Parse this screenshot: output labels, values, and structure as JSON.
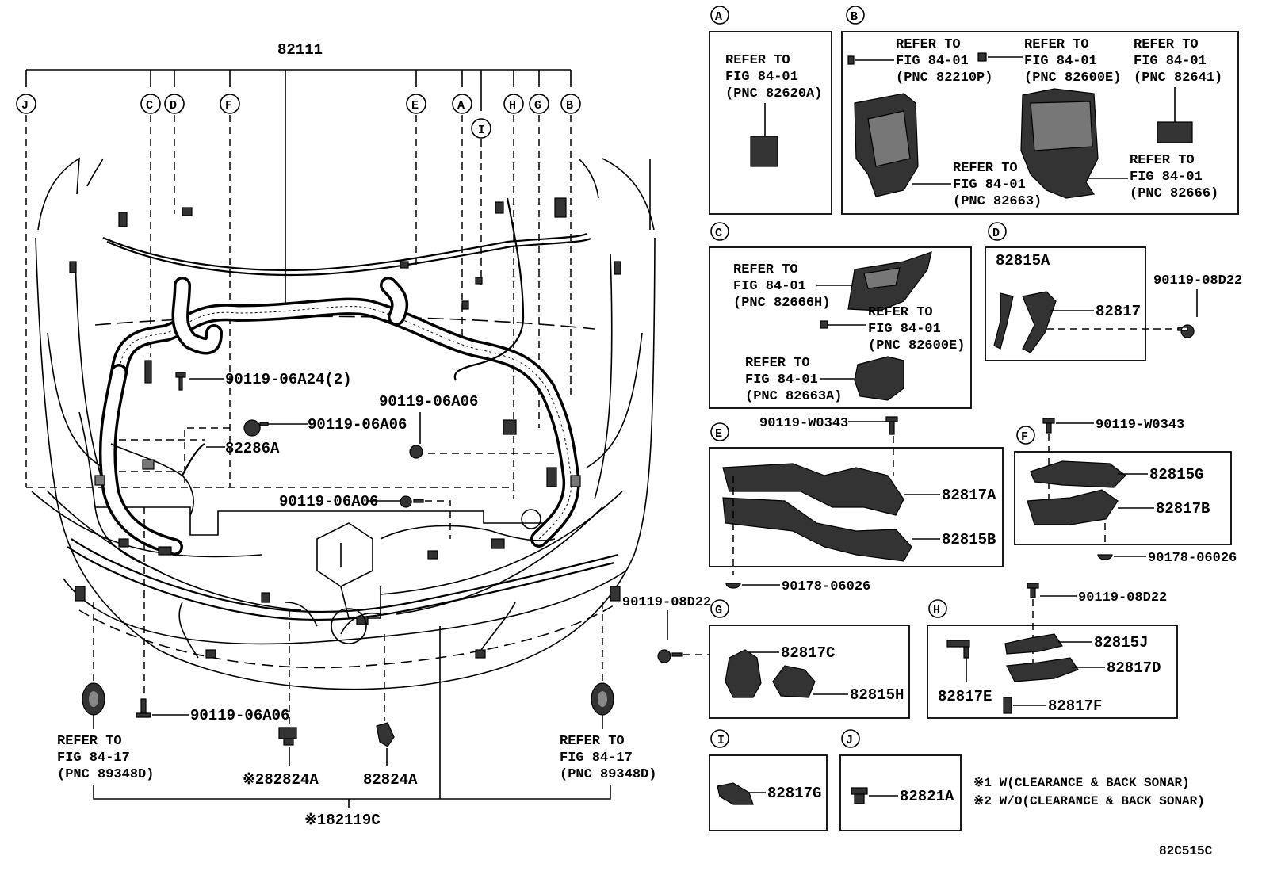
{
  "main": {
    "harness_pn": "82111",
    "callouts": [
      "J",
      "C",
      "D",
      "F",
      "E",
      "A",
      "I",
      "H",
      "G",
      "B"
    ],
    "bolt_1": "90119-06A24(2)",
    "bolt_2": "90119-06A06",
    "bolt_3": "90119-06A06",
    "bolt_4": "90119-06A06",
    "bolt_5": "90119-06A06",
    "part_82286A": "82286A",
    "ref_left": [
      "REFER TO",
      "FIG 84-17",
      "(PNC 89348D)"
    ],
    "ref_right": [
      "REFER TO",
      "FIG 84-17",
      "(PNC 89348D)"
    ],
    "part_82824A_note": "※282824A",
    "part_82824A": "82824A",
    "part_82119C": "※182119C",
    "bolt_G": "90119-08D22"
  },
  "panels": {
    "A": {
      "label": "A",
      "ref": [
        "REFER TO",
        "FIG 84-01",
        "(PNC 82620A)"
      ]
    },
    "B": {
      "label": "B",
      "ref1": [
        "REFER TO",
        "FIG 84-01",
        "(PNC 82210P)"
      ],
      "ref2": [
        "REFER TO",
        "FIG 84-01",
        "(PNC 82600E)"
      ],
      "ref3": [
        "REFER TO",
        "FIG 84-01",
        "(PNC 82641)"
      ],
      "ref4": [
        "REFER TO",
        "FIG 84-01",
        "(PNC 82663)"
      ],
      "ref5": [
        "REFER TO",
        "FIG 84-01",
        "(PNC 82666)"
      ]
    },
    "C": {
      "label": "C",
      "ref1": [
        "REFER TO",
        "FIG 84-01",
        "(PNC 82666H)"
      ],
      "ref2": [
        "REFER TO",
        "FIG 84-01",
        "(PNC 82600E)"
      ],
      "ref3": [
        "REFER TO",
        "FIG 84-01",
        "(PNC 82663A)"
      ]
    },
    "D": {
      "label": "D",
      "p1": "82815A",
      "p2": "82817",
      "bolt": "90119-08D22"
    },
    "E": {
      "label": "E",
      "bolt": "90119-W0343",
      "p1": "82817A",
      "p2": "82815B",
      "clip": "90178-06026"
    },
    "F": {
      "label": "F",
      "bolt": "90119-W0343",
      "p1": "82815G",
      "p2": "82817B",
      "clip": "90178-06026"
    },
    "G": {
      "label": "G",
      "p1": "82817C",
      "p2": "82815H"
    },
    "H": {
      "label": "H",
      "bolt": "90119-08D22",
      "p1": "82815J",
      "p2": "82817D",
      "p3": "82817E",
      "p4": "82817F"
    },
    "I": {
      "label": "I",
      "p1": "82817G"
    },
    "J": {
      "label": "J",
      "p1": "82821A"
    }
  },
  "notes": {
    "n1": "※1 W(CLEARANCE & BACK SONAR)",
    "n2": "※2 W/O(CLEARANCE & BACK SONAR)"
  },
  "figure_id": "82C515C"
}
